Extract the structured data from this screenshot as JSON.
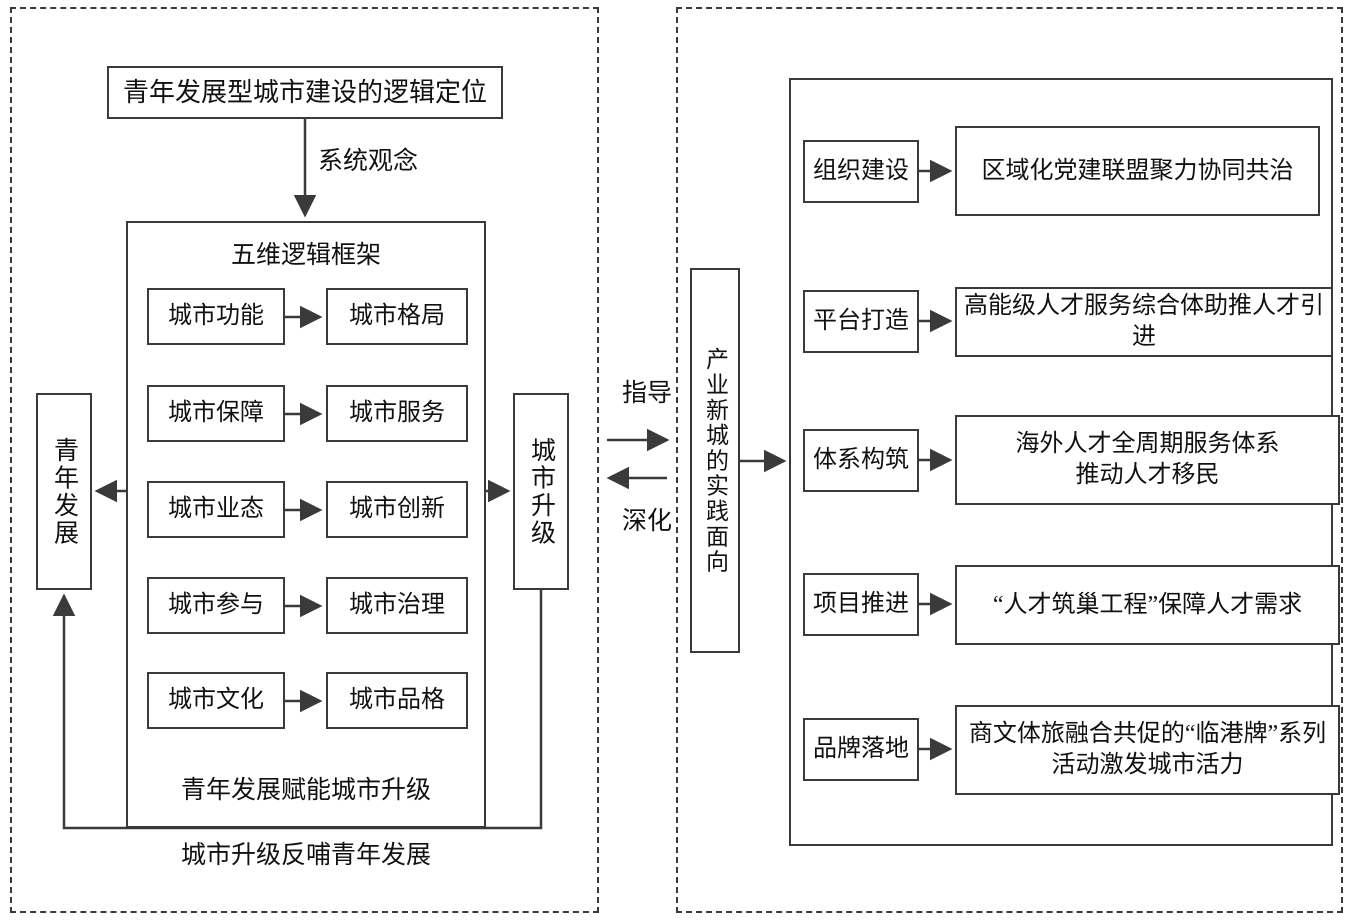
{
  "diagram": {
    "title_box": "青年发展型城市建设的逻辑定位",
    "system_concept_label": "系统观念",
    "framework_title": "五维逻辑框架",
    "framework_pairs": [
      {
        "source": "城市功能",
        "target": "城市格局"
      },
      {
        "source": "城市保障",
        "target": "城市服务"
      },
      {
        "source": "城市业态",
        "target": "城市创新"
      },
      {
        "source": "城市参与",
        "target": "城市治理"
      },
      {
        "source": "城市文化",
        "target": "城市品格"
      }
    ],
    "left_pillar": "青年发展",
    "right_pillar": "城市升级",
    "caption_top": "青年发展赋能城市升级",
    "caption_bottom": "城市升级反哺青年发展",
    "bridge": {
      "top_label": "指导",
      "bottom_label": "深化"
    },
    "practice_pillar": "产业新城的实践面向",
    "practice_rows": [
      {
        "tag": "组织建设",
        "detail": "区域化党建联盟聚力协同共治"
      },
      {
        "tag": "平台打造",
        "detail": "高能级人才服务综合体助推人才引进"
      },
      {
        "tag": "体系构筑",
        "detail": "海外人才全周期服务体系\n推动人才移民"
      },
      {
        "tag": "项目推进",
        "detail": "“人才筑巢工程”保障人才需求"
      },
      {
        "tag": "品牌落地",
        "detail": "商文体旅融合共促的“临港牌”系列\n活动激发城市活力"
      }
    ],
    "colors": {
      "stroke": "#3a3a3a",
      "text": "#111111",
      "background": "#ffffff"
    }
  }
}
